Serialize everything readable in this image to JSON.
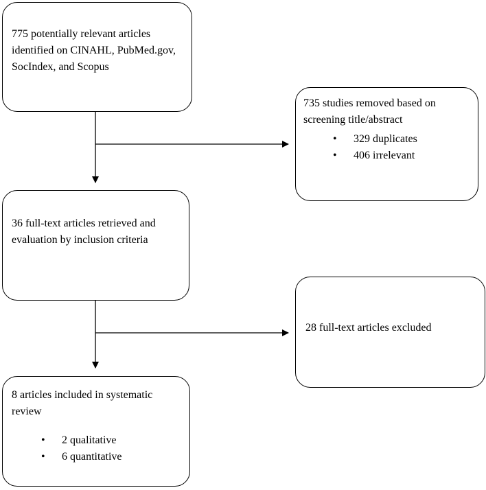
{
  "boxes": {
    "identified": {
      "text": "775 potentially relevant articles identified on CINAHL, PubMed.gov, SocIndex, and Scopus"
    },
    "removed": {
      "text": "735 studies removed based on screening title/abstract",
      "bullets": [
        "329 duplicates",
        "406 irrelevant"
      ]
    },
    "retrieved": {
      "text": "36 full-text articles retrieved and evaluation by inclusion criteria"
    },
    "excluded": {
      "text": "28 full-text articles excluded"
    },
    "included": {
      "text": "8 articles included in systematic review",
      "bullets": [
        "2 qualitative",
        "6 quantitative"
      ]
    }
  },
  "bullet_glyph": "•",
  "colors": {
    "stroke": "#000000",
    "background": "#ffffff"
  }
}
